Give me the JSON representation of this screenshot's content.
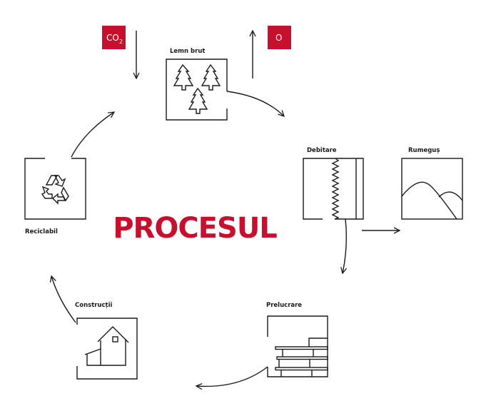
{
  "colors": {
    "accent": "#c8102e",
    "stroke": "#1a1a1a"
  },
  "title": "PROCESUL",
  "inputs": {
    "co2": "CO",
    "co2_sub": "2",
    "oxygen": "O"
  },
  "stages": {
    "lemn_brut": "Lemn brut",
    "debitare": "Debitare",
    "rumegus": "Rumeguș",
    "prelucrare": "Prelucrare",
    "constructii": "Construcții",
    "reciclabil": "Reciclabil"
  }
}
